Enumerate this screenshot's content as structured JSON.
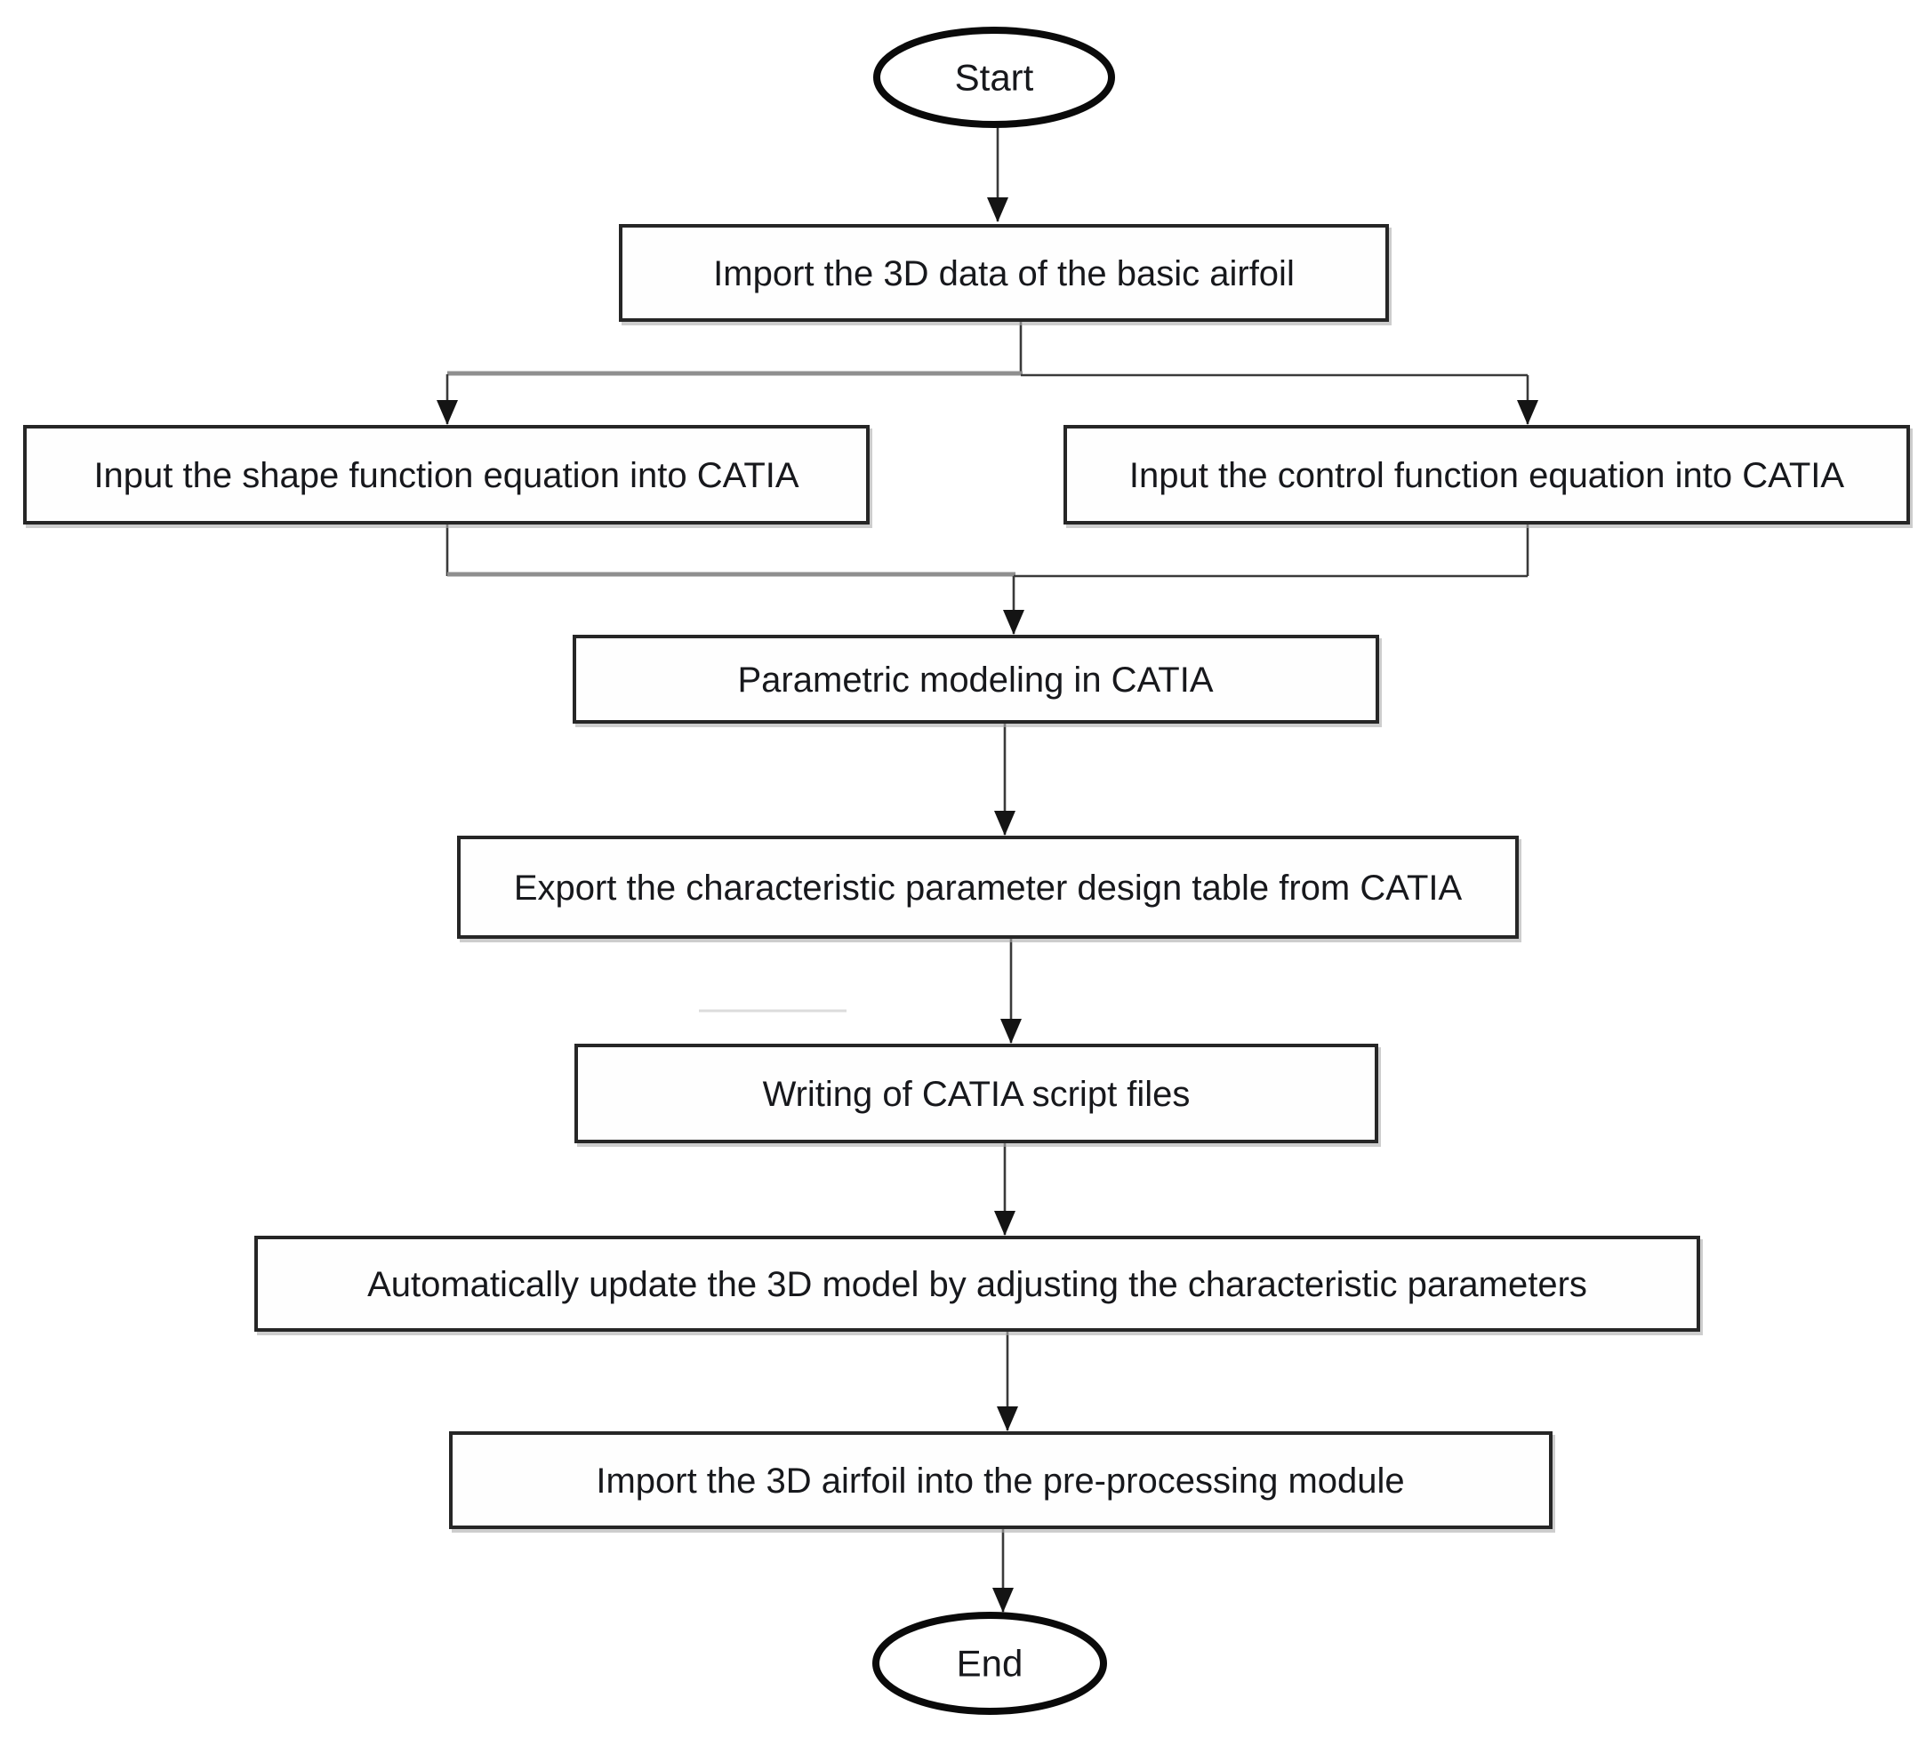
{
  "diagram": {
    "type": "flowchart",
    "background": "#ffffff",
    "colors": {
      "node_fill": "#fefefe",
      "node_stroke": "#262626",
      "terminator_stroke": "#0a0a0a",
      "connector": "#3a3a3a",
      "connector_secondary": "#8f8f8f",
      "text": "#17181c"
    },
    "nodes": {
      "start": {
        "label": "Start",
        "shape": "terminator"
      },
      "import_data": {
        "label": "Import the 3D data of the basic airfoil",
        "shape": "process"
      },
      "shape_equation": {
        "label": "Input the shape function equation into CATIA",
        "shape": "process"
      },
      "control_equation": {
        "label": "Input the control function equation into CATIA",
        "shape": "process"
      },
      "parametric_modeling": {
        "label": "Parametric modeling in CATIA",
        "shape": "process"
      },
      "export_table": {
        "label": "Export the characteristic parameter design table from CATIA",
        "shape": "process"
      },
      "script_files": {
        "label": "Writing of CATIA script files",
        "shape": "process"
      },
      "auto_update": {
        "label": "Automatically update the 3D model by adjusting the characteristic parameters",
        "shape": "process"
      },
      "import_airfoil": {
        "label": "Import the 3D airfoil into the pre-processing module",
        "shape": "process"
      },
      "end": {
        "label": "End",
        "shape": "terminator"
      }
    },
    "edges": [
      {
        "from": "start",
        "to": "import_data"
      },
      {
        "from": "import_data",
        "to": "shape_equation"
      },
      {
        "from": "import_data",
        "to": "control_equation"
      },
      {
        "from": "shape_equation",
        "to": "parametric_modeling"
      },
      {
        "from": "control_equation",
        "to": "parametric_modeling"
      },
      {
        "from": "parametric_modeling",
        "to": "export_table"
      },
      {
        "from": "export_table",
        "to": "script_files"
      },
      {
        "from": "script_files",
        "to": "auto_update"
      },
      {
        "from": "auto_update",
        "to": "import_airfoil"
      },
      {
        "from": "import_airfoil",
        "to": "end"
      }
    ]
  }
}
